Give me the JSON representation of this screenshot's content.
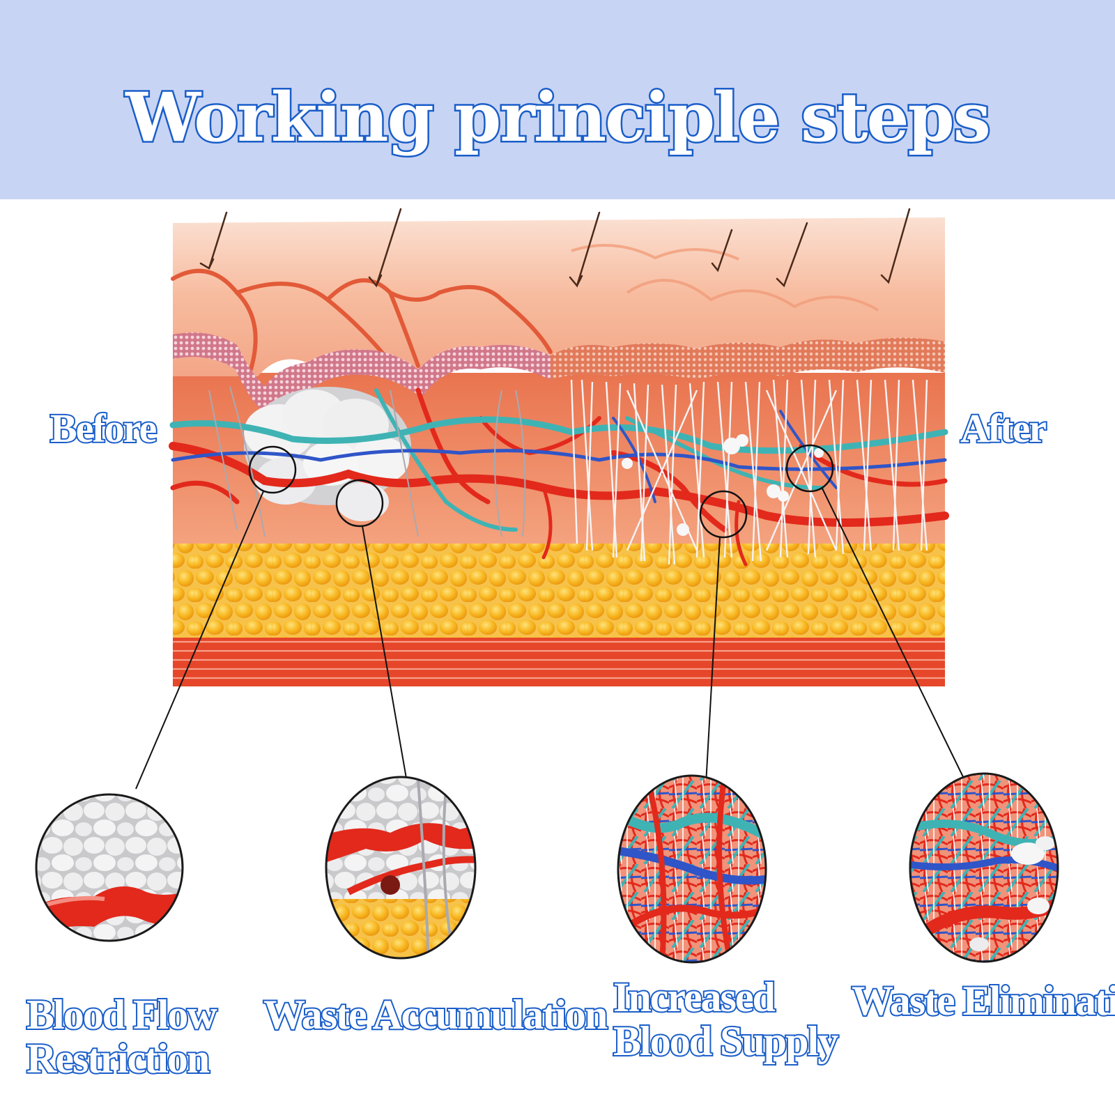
{
  "title": "Working principle steps",
  "labels": {
    "before": "Before",
    "after": "After"
  },
  "captions": [
    {
      "line1": "Blood Flow",
      "line2": "Restriction"
    },
    {
      "line1": "Waste Accumulation",
      "line2": ""
    },
    {
      "line1": "Increased",
      "line2": "Blood Supply"
    },
    {
      "line1": "Waste Elimination",
      "line2": ""
    }
  ],
  "colors": {
    "header_band": "#c8d4f4",
    "title_stroke": "#1a5ec9",
    "skin": "#f6b79a",
    "vessel_red": "#e2291c",
    "vessel_blue": "#2f55c8",
    "lymph_teal": "#3fb3b4",
    "fat_yellow": "#f6b21c",
    "muscle_red": "#e6462a"
  }
}
